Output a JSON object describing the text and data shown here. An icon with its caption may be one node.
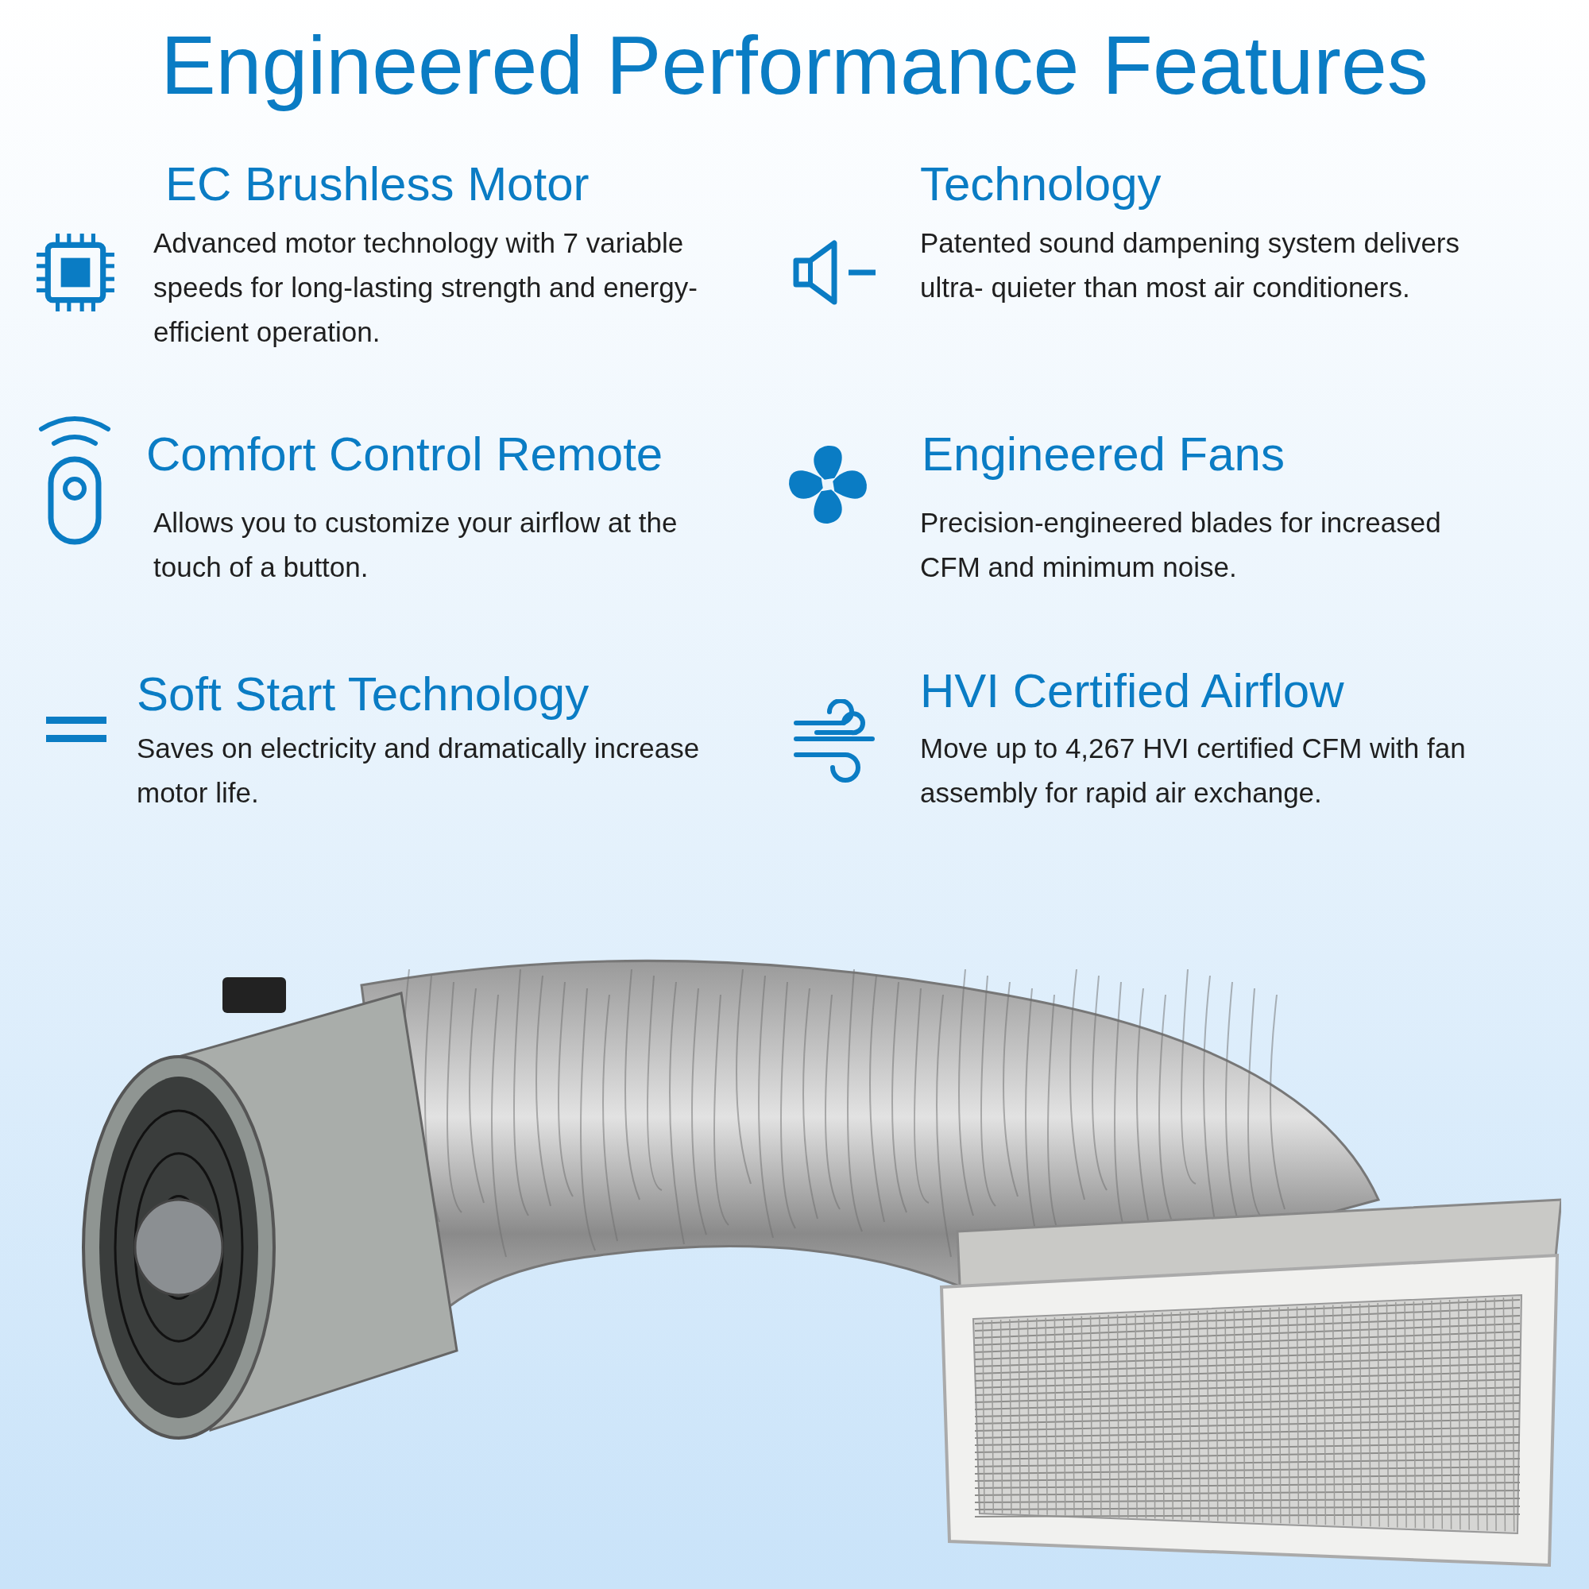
{
  "diagram": {
    "title": "Engineered Performance Features",
    "labels": [
      "EC Brushless Motor",
      "Advanced motor technology with 7 variable speeds for long-lasting strength and energy-efficient operation.",
      "Technology",
      "Patented sound dampening system delivers ultra- quieter than most air conditioners.",
      "Comfort Control Remote",
      "Allows you to customize your airflow at the touch of a button.",
      "Engineered Fans",
      "Precision-engineered blades for increased CFM and minimum noise.",
      "Soft Start Technology",
      "Saves on electricity and dramatically increase motor life.",
      "HVI Certified Airflow",
      "Move up to 4,267 HVI certified CFM with fan assembly for rapid air exchange."
    ]
  }
}
